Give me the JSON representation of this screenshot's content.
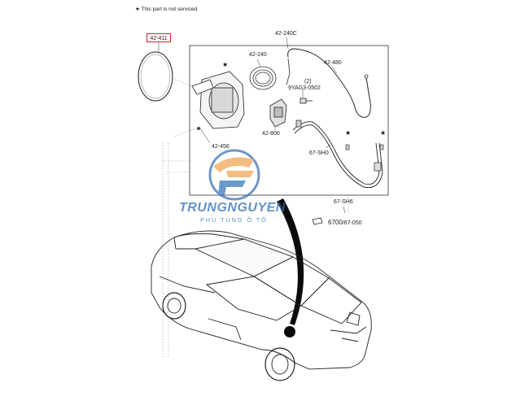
{
  "header": {
    "star": "★",
    "note": "This part is not serviced."
  },
  "callouts": {
    "fuel_lid": "42-411",
    "cable_assy": "42-240C",
    "housing": "42-240",
    "cable": "42-480",
    "bolt_qty": "(2)",
    "bolt": "9YAG3-0502",
    "actuator": "42-800",
    "clip": "42-456",
    "wiring_1": "67-SH0",
    "wiring_2": "67-SH6",
    "section_ref": "6700",
    "section_ref_sub": "/67-050"
  },
  "watermark": {
    "name": "TRUNGNGUYEN",
    "subtitle": "PHỤ TÙNG Ô TÔ"
  },
  "colors": {
    "highlight_box": "#d42222",
    "watermark_blue": "#2f6db5",
    "watermark_orange": "#f0a04b"
  }
}
